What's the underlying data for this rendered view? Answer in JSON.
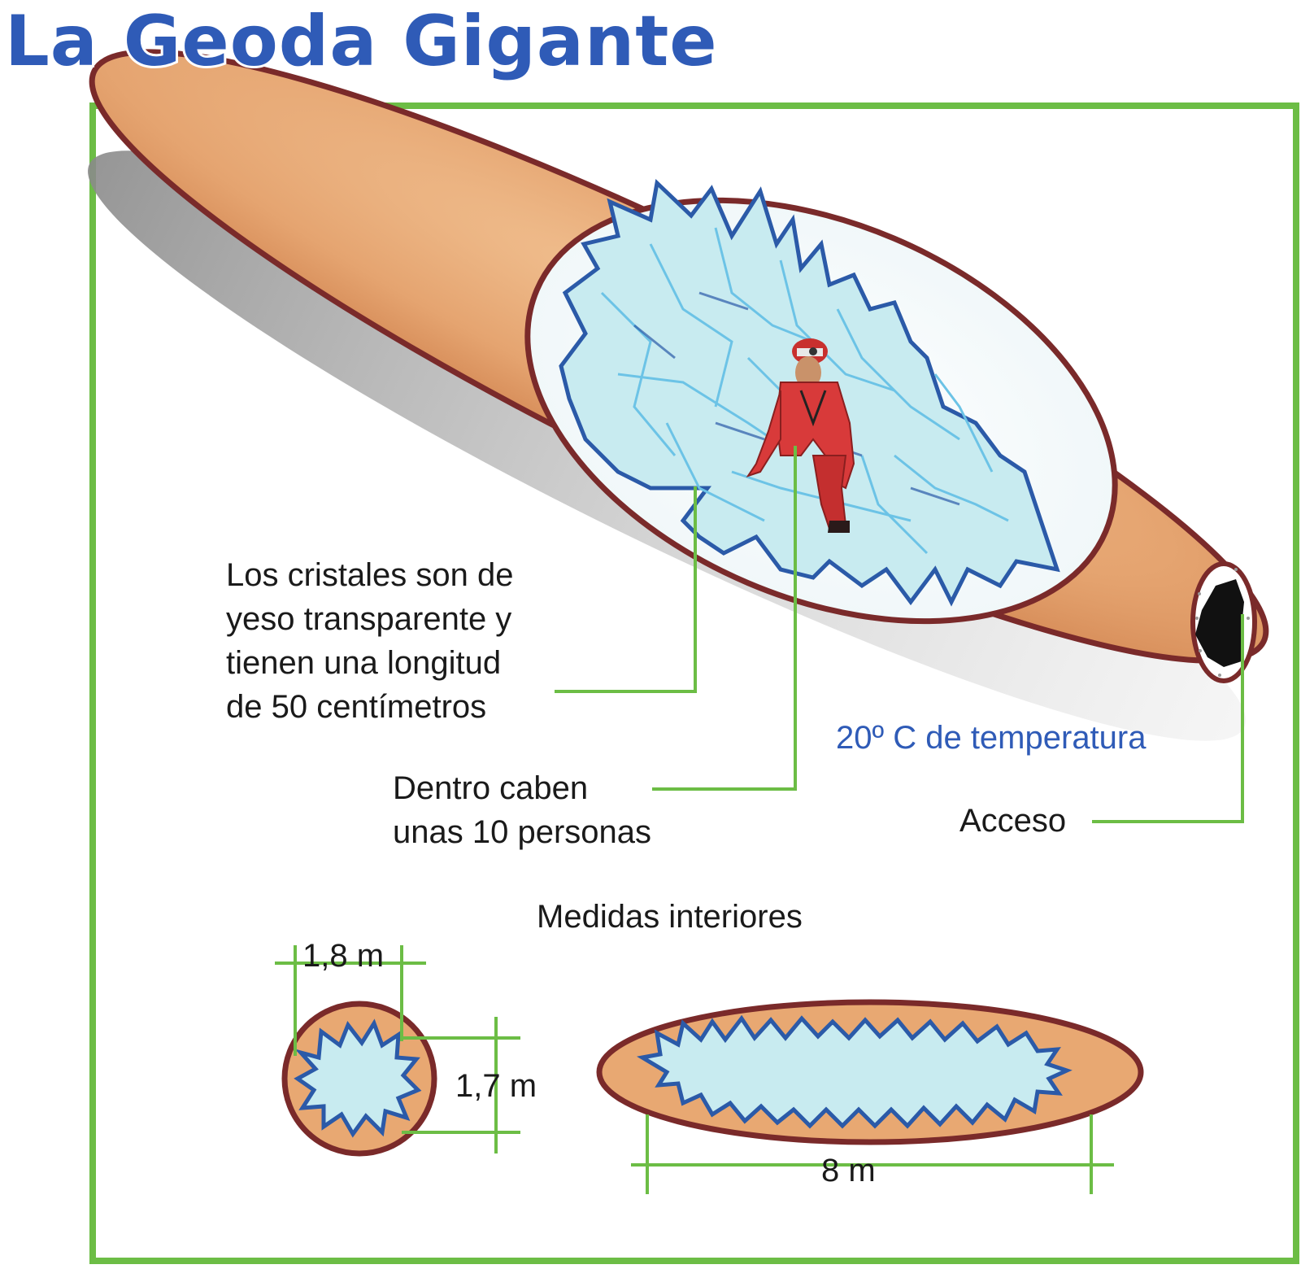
{
  "title": "La Geoda Gigante",
  "annotations": {
    "cristales": [
      "Los cristales son de",
      "yeso transparente y",
      "tienen una longitud",
      "de 50 centímetros"
    ],
    "personas": [
      "Dentro caben",
      "unas 10 personas"
    ],
    "temperatura": "20º C de temperatura",
    "acceso": "Acceso"
  },
  "medidas": {
    "heading": "Medidas interiores",
    "ancho": "1,8 m",
    "alto": "1,7 m",
    "largo": "8 m"
  },
  "colors": {
    "frame": "#6cbd45",
    "shell_fill": "#e8a872",
    "shell_outline": "#7a2a2a",
    "crystal_fill": "#c8ebf0",
    "crystal_outline": "#2b5aa8",
    "crystal_lines": "#6cc3e6",
    "leader": "#6cbd45",
    "title": "#2f5bb7",
    "suit": "#d83a3a"
  },
  "icons": [
    "cave-explorer-figure"
  ]
}
